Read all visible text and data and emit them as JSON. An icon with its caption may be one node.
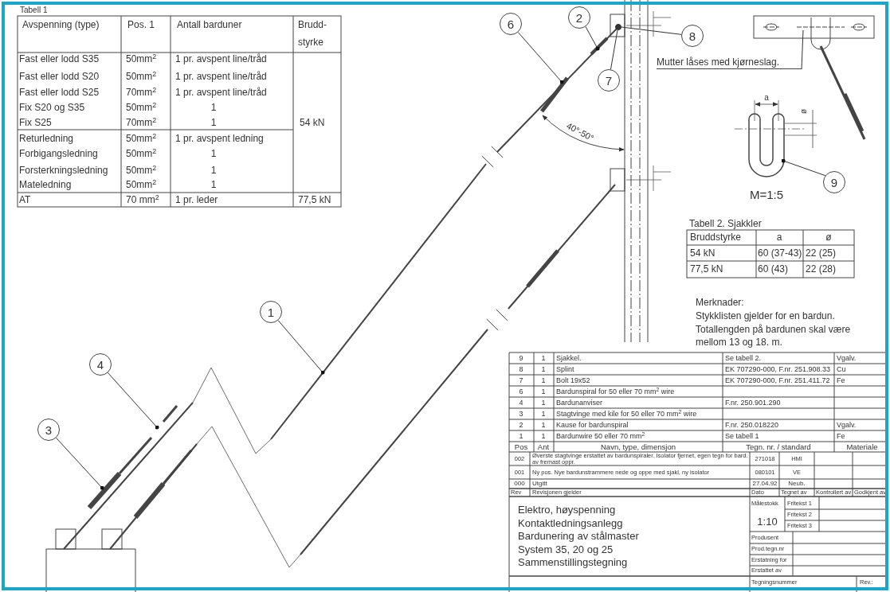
{
  "diagram": {
    "nodes": [
      {
        "text": [
          "1"
        ]
      },
      {
        "text": [
          "2"
        ]
      },
      {
        "text": [
          "3"
        ]
      },
      {
        "text": [
          "4"
        ]
      },
      {
        "text": [
          "6"
        ]
      },
      {
        "text": [
          "7"
        ]
      },
      {
        "text": [
          "8"
        ]
      },
      {
        "text": [
          "9"
        ]
      },
      {
        "text": [
          "Mutter låses med kjørneslag."
        ]
      },
      {
        "text": [],
        "shape": "picture"
      },
      {
        "text": [],
        "shape": "picture"
      },
      {
        "text": [],
        "shape": "circle"
      }
    ],
    "edges": [
      {
        "from": 0,
        "to": null,
        "arrow": "other"
      },
      {
        "from": 1,
        "to": 10,
        "arrow": "other"
      },
      {
        "from": 2,
        "to": null,
        "arrow": "other"
      },
      {
        "from": 3,
        "to": null,
        "arrow": "other"
      },
      {
        "from": 4,
        "to": null,
        "arrow": "other"
      },
      {
        "from": 5,
        "to": 11,
        "arrow": "none"
      },
      {
        "from": 6,
        "to": 11,
        "arrow": "none"
      },
      {
        "from": 7,
        "to": 9,
        "arrow": "other"
      },
      {
        "from": 8,
        "to": null,
        "arrow": "none"
      }
    ],
    "labels": [
      "Tabell 1",
      "Avspenning (type)",
      "Pos. 1",
      "Antall barduner",
      "Brudd- styrke",
      "Fast eller lodd S35",
      "50mm$^{2}$",
      "1 pr. avspent line/tråd",
      "Fast eller lodd S20",
      "50mm$^{2}$",
      "1 pr. avspent line/tråd",
      "Fast eller lodd S25",
      "70mm$^{2}$",
      "1 pr. avspent line/tråd",
      "Fix S20 og S35",
      "50mm$^{2}$",
      "1",
      "Fix S25",
      "70mm$^{2}$",
      "1",
      "54 kN",
      "Returledning",
      "50mm$^{2}$",
      "1 pr. avspent ledning",
      "Forbigangsledning",
      "50mm$^{2}$",
      "1",
      "Forsterkningsledning",
      "50mm$^{2}$",
      "1",
      "Mateledning",
      "50mm$^{2}$",
      "1",
      "AT",
      "70 mm$^{2}$",
      "1 pr. leder",
      "77,5 kN",
      "40°-50°",
      "M=1:5",
      "a",
      "ø",
      "Tabell 2. Sjakkler",
      "Bruddstyrke",
      "a",
      "ø",
      "54 kN",
      "60 (37-43)",
      "22 (25)",
      "77,5 kN",
      "60 (43)",
      "22 (28)",
      "Merknader:",
      "Stykklisten gjelder for en bardun.",
      "Totallengden på bardunen skal være mellom 13 og 18. m.",
      "9",
      "1",
      "Sjakkel.",
      "Se tabell 2.",
      "Vgalv.",
      "8",
      "1",
      "Splint",
      "EK 707290-000, F.nr. 251.908.33",
      "Cu",
      "7",
      "1",
      "Bolt 19x52",
      "EK 707290-000, F.nr. 251.411.72",
      "Fe",
      "6",
      "1",
      "Bardunspiral for 50 eller 70 mm$^{2}$ wire",
      "4",
      "1",
      "Bardunanviser",
      "F.nr. 250.901.290",
      "3",
      "1",
      "Stagtvinge med kile for 50 eller 70 mm$^{2}$ wire",
      "2",
      "1",
      "Kause for bardunspiral",
      "F.nr. 250.018220",
      "Vgalv.",
      "1",
      "1",
      "Bardunwire 50 eller 70 mm$^{2}$",
      "Se tabell 1",
      "Fe",
      "Pos",
      "Ant",
      "Navn, type, dimensjon",
      "Tegn. nr. / standard",
      "Materiale",
      "002",
      "Øverste stagtvinge erstattet av bardunspiraler. Isolator fjernet, egen tegn for bard. av fremast oppr.",
      "271018",
      "HMI",
      "001",
      "Ny pos. Nye bardunstrammere nede og oppe med sjakl, ny isolator",
      "080101",
      "VE",
      "000",
      "Utgitt",
      "27.04.92",
      "Neub.",
      "Rev",
      "Revisjonen gjelder",
      "Dato",
      "Tegnet av",
      "Kontrollert av",
      "Godkjent av",
      "Elektro, høyspenning",
      "Kontaktledningsanlegg",
      "Bardunering av stålmaster",
      "System 35, 20 og 25",
      "Sammenstillingstegning",
      "Målestokk",
      "1:10",
      "Fritekst 1",
      "Fritekst 2",
      "Fritekst 3",
      "Produsent",
      "Prod.tegn.nr",
      "Erstatning for",
      "Erstattet av",
      "Tegningsnummer",
      "Rev.:"
    ]
  }
}
